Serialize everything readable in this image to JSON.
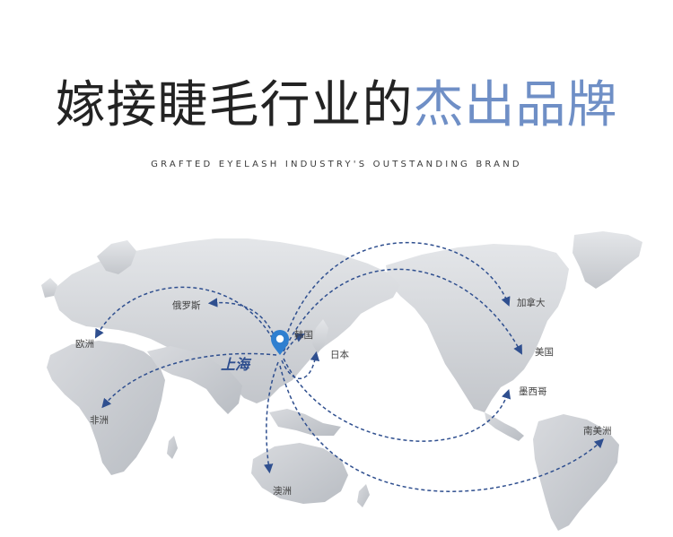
{
  "title": {
    "main": "嫁接睫毛行业的",
    "accent": "杰出品牌"
  },
  "subtitle": "GRAFTED EYELASH INDUSTRY'S OUTSTANDING BRAND",
  "map": {
    "origin": "上海",
    "destinations": {
      "russia": "俄罗斯",
      "europe": "欧洲",
      "africa": "非洲",
      "korea": "韩国",
      "japan": "日本",
      "australia": "澳洲",
      "canada": "加拿大",
      "usa": "美国",
      "mexico": "墨西哥",
      "south_america": "南美洲"
    },
    "colors": {
      "route": "#2f4f8f",
      "pin": "#2f7fd0",
      "land": "#c9ccd1",
      "accent": "#6f8fc6"
    }
  }
}
